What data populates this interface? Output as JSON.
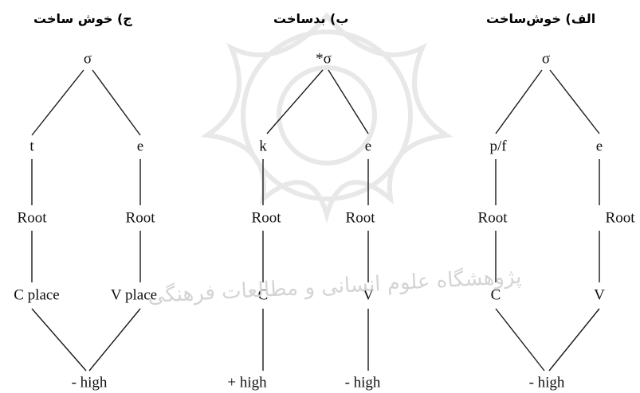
{
  "headings": {
    "c": "ج) خوش ساخت",
    "b": "ب) بدساخت",
    "a": "الف) خوش‌ساخت"
  },
  "tree_c": {
    "sigma": "σ",
    "left_segment": "t",
    "right_segment": "e",
    "left_root": "Root",
    "right_root": "Root",
    "left_place": "C place",
    "right_place": "V place",
    "feature": "- high"
  },
  "tree_b": {
    "sigma": "*σ",
    "left_segment": "k",
    "right_segment": "e",
    "left_root": "Root",
    "right_root": "Root",
    "left_place": "C",
    "right_place": "V",
    "left_feature": "+ high",
    "right_feature": "- high"
  },
  "tree_a": {
    "sigma": "σ",
    "left_segment": "p/f",
    "right_segment": "e",
    "left_root": "Root",
    "right_root": "Root",
    "left_place": "C",
    "right_place": "V",
    "feature": "- high"
  },
  "watermark_text": "پژوهشگاه علوم انسانی و مطالعات فرهنگی"
}
